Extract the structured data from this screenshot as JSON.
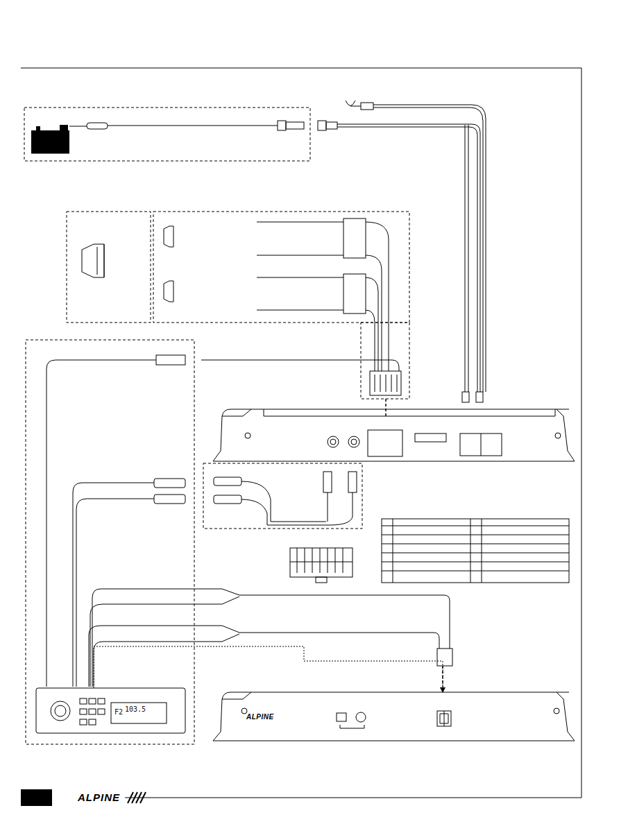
{
  "diagram": {
    "nodes": [
      {
        "text": [
          "F2",
          "103.5"
        ]
      },
      {
        "text": [
          "ALPINE"
        ]
      }
    ],
    "edges": [
      {
        "from": 0,
        "to": 1,
        "arrow": "to"
      }
    ],
    "labels": [
      "ALPINE"
    ]
  }
}
